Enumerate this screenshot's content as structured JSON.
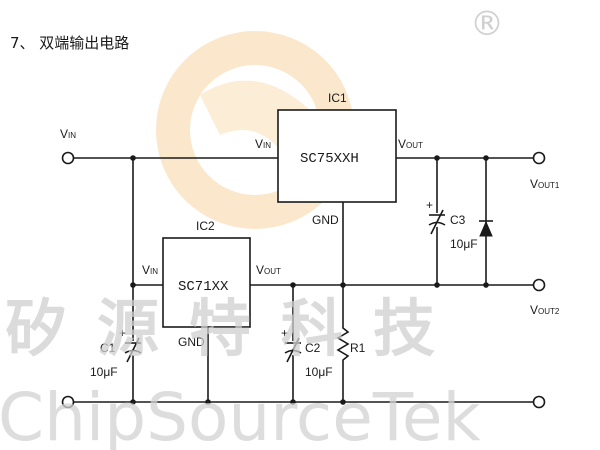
{
  "title": "7、 双端输出电路",
  "watermark": {
    "cn": "矽源特科技",
    "en": "ChipSourceTek",
    "mark": "®",
    "logo_colors": [
      "#f6c98a",
      "#f9dcae"
    ]
  },
  "ic1": {
    "label": "IC1",
    "part": "SC75XXH",
    "pin_in": "V",
    "pin_in_sub": "IN",
    "pin_out": "V",
    "pin_out_sub": "OUT",
    "pin_gnd": "GND"
  },
  "ic2": {
    "label": "IC2",
    "part": "SC71XX",
    "pin_in": "V",
    "pin_in_sub": "IN",
    "pin_out": "V",
    "pin_out_sub": "OUT",
    "pin_gnd": "GND"
  },
  "vin": {
    "main": "V",
    "sub": "IN"
  },
  "vout1": {
    "main": "V",
    "sub": "OUT1"
  },
  "vout2": {
    "main": "V",
    "sub": "OUT2"
  },
  "c1": {
    "name": "C1",
    "value": "10μF",
    "polarity": "+"
  },
  "c2": {
    "name": "C2",
    "value": "10μF",
    "polarity": "+"
  },
  "c3": {
    "name": "C3",
    "value": "10μF",
    "polarity": "+"
  },
  "r1": {
    "name": "R1"
  }
}
